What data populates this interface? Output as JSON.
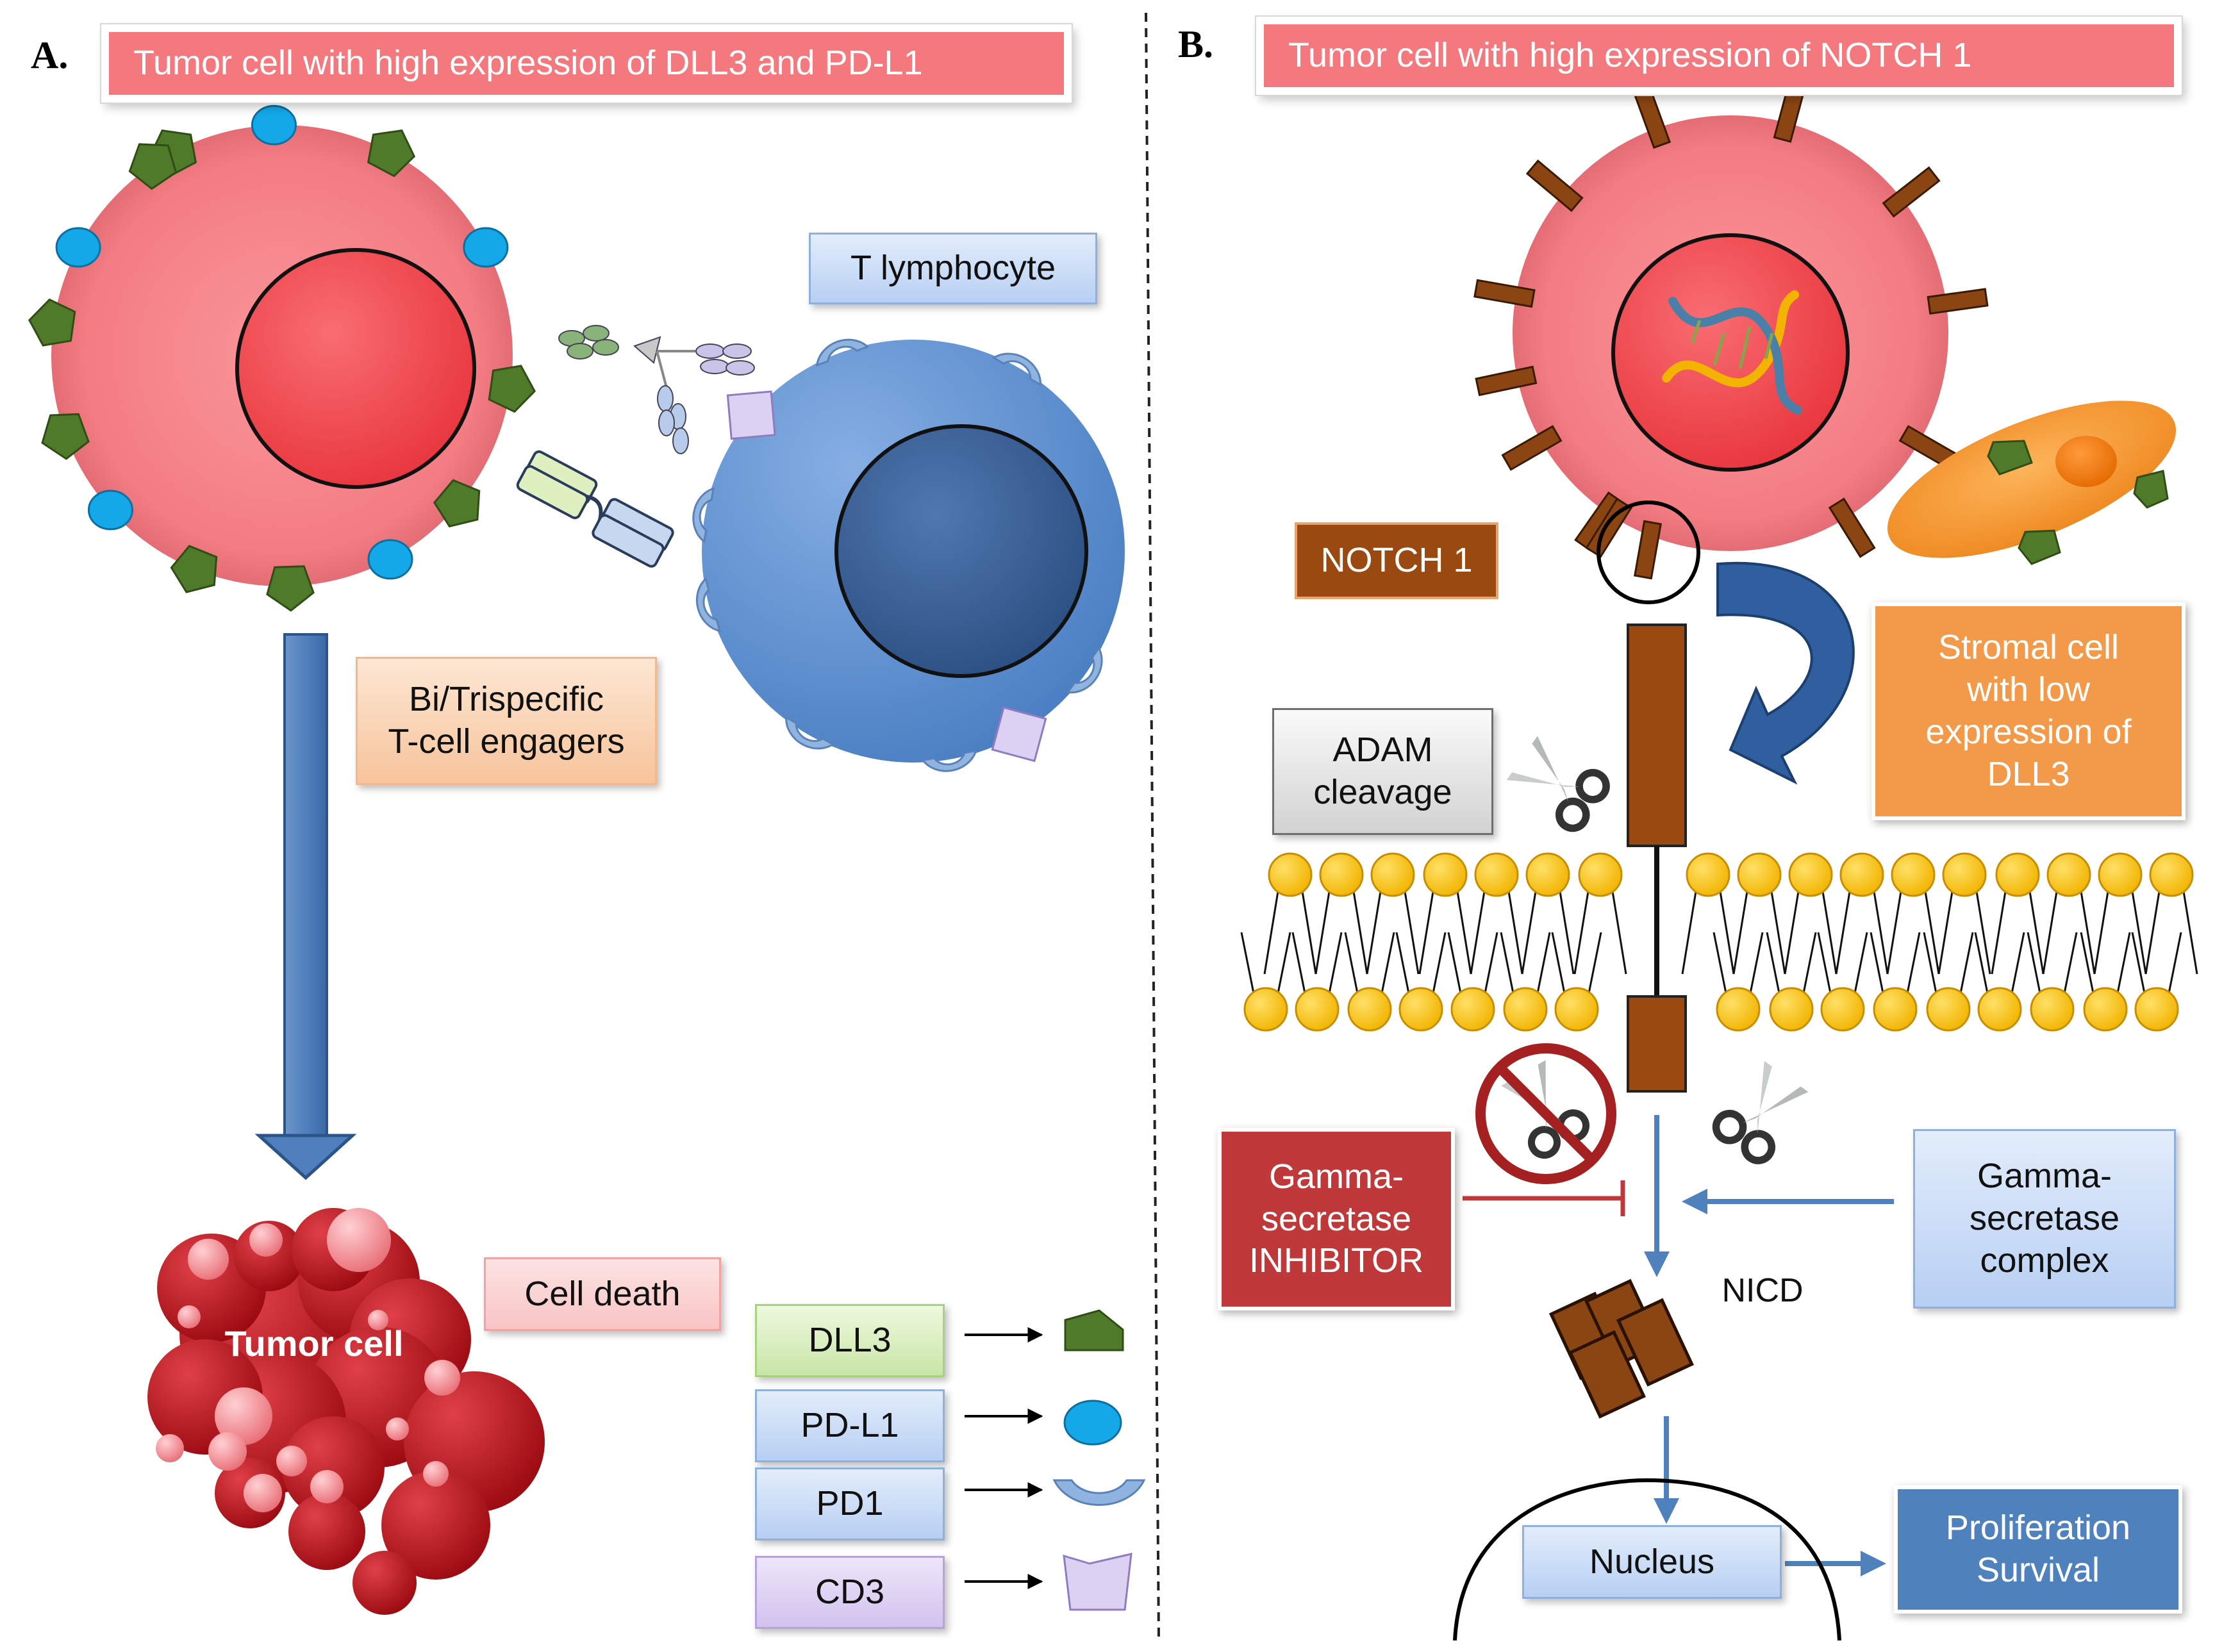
{
  "panel_a": {
    "letter": "A.",
    "banner": "Tumor cell with high expression of DLL3 and PD-L1",
    "t_lymphocyte": "T lymphocyte",
    "engagers": "Bi/Trispecific\nT-cell engagers",
    "cell_death": "Cell death",
    "tumor_cell": "Tumor cell",
    "legend": [
      {
        "label": "DLL3",
        "icon": "green-pentagon-icon"
      },
      {
        "label": "PD-L1",
        "icon": "blue-oval-icon"
      },
      {
        "label": "PD1",
        "icon": "blue-crescent-icon"
      },
      {
        "label": "CD3",
        "icon": "lavender-cup-icon"
      }
    ]
  },
  "panel_b": {
    "letter": "B.",
    "banner": "Tumor cell with high expression of NOTCH 1",
    "notch1": "NOTCH 1",
    "stromal": "Stromal cell\nwith low\nexpression of\nDLL3",
    "adam": "ADAM\ncleavage",
    "inhibitor": "Gamma-\nsecretase\nINHIBITOR",
    "complex": "Gamma-\nsecretase\ncomplex",
    "nicd": "NICD",
    "nucleus": "Nucleus",
    "proliferation": "Proliferation\nSurvival"
  },
  "colors": {
    "tumor_pink": "#f47c83",
    "nucleus_red": "#f04a4f",
    "dll3_green": "#4e7a2a",
    "pdl1_blue": "#14a8e8",
    "t_cell_blue": "#5b8fd0",
    "notch_brown": "#8b4513",
    "lipid_yellow": "#f7c300",
    "arrow_blue": "#4f81bd",
    "inhibitor_red": "#c0393a",
    "dead_cell_red": "#b20d14"
  }
}
